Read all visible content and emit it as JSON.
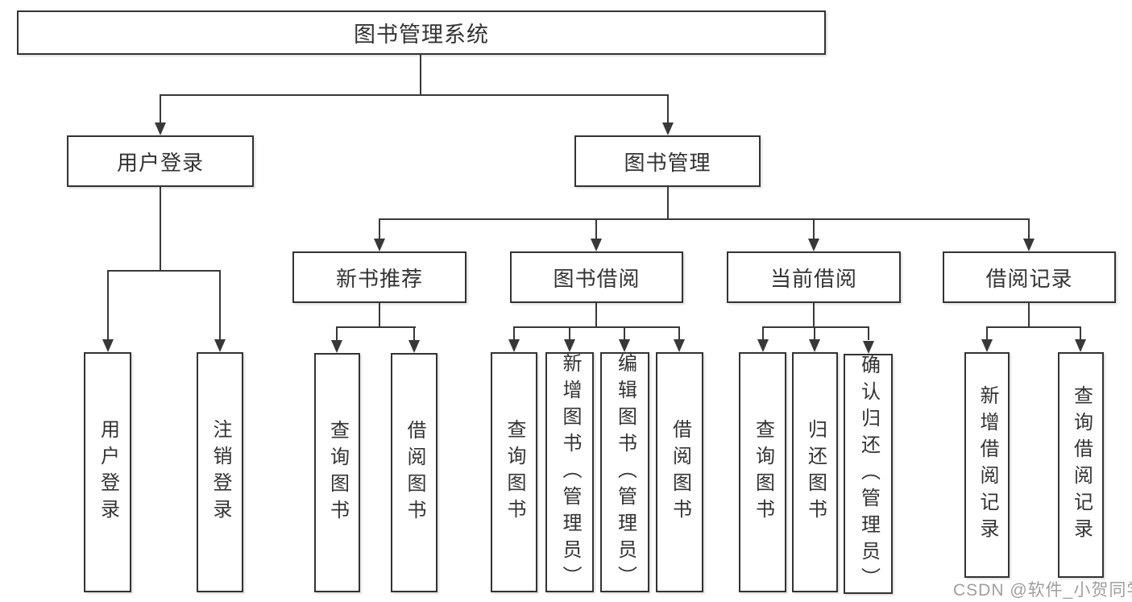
{
  "tree": {
    "label": "图书管理系统",
    "children": [
      {
        "label": "用户登录",
        "children": [
          {
            "label": "用户登录"
          },
          {
            "label": "注销登录"
          }
        ]
      },
      {
        "label": "图书管理",
        "children": [
          {
            "label": "新书推荐",
            "children": [
              {
                "label": "查询图书"
              },
              {
                "label": "借阅图书"
              }
            ]
          },
          {
            "label": "图书借阅",
            "children": [
              {
                "label": "查询图书"
              },
              {
                "label": "新增图书（管理员）"
              },
              {
                "label": "编辑图书（管理员）"
              },
              {
                "label": "借阅图书"
              }
            ]
          },
          {
            "label": "当前借阅",
            "children": [
              {
                "label": "查询图书"
              },
              {
                "label": "归还图书"
              },
              {
                "label": "确认归还（管理员）"
              }
            ]
          },
          {
            "label": "借阅记录",
            "children": [
              {
                "label": "新增借阅记录"
              },
              {
                "label": "查询借阅记录"
              }
            ]
          }
        ]
      }
    ]
  },
  "watermark": {
    "text": "CSDN @软件_小贺同学"
  },
  "colors": {
    "line": "#383838",
    "border": "#333333",
    "text": "#333333",
    "background": "#ffffff",
    "watermark": "#9f9f9f"
  }
}
